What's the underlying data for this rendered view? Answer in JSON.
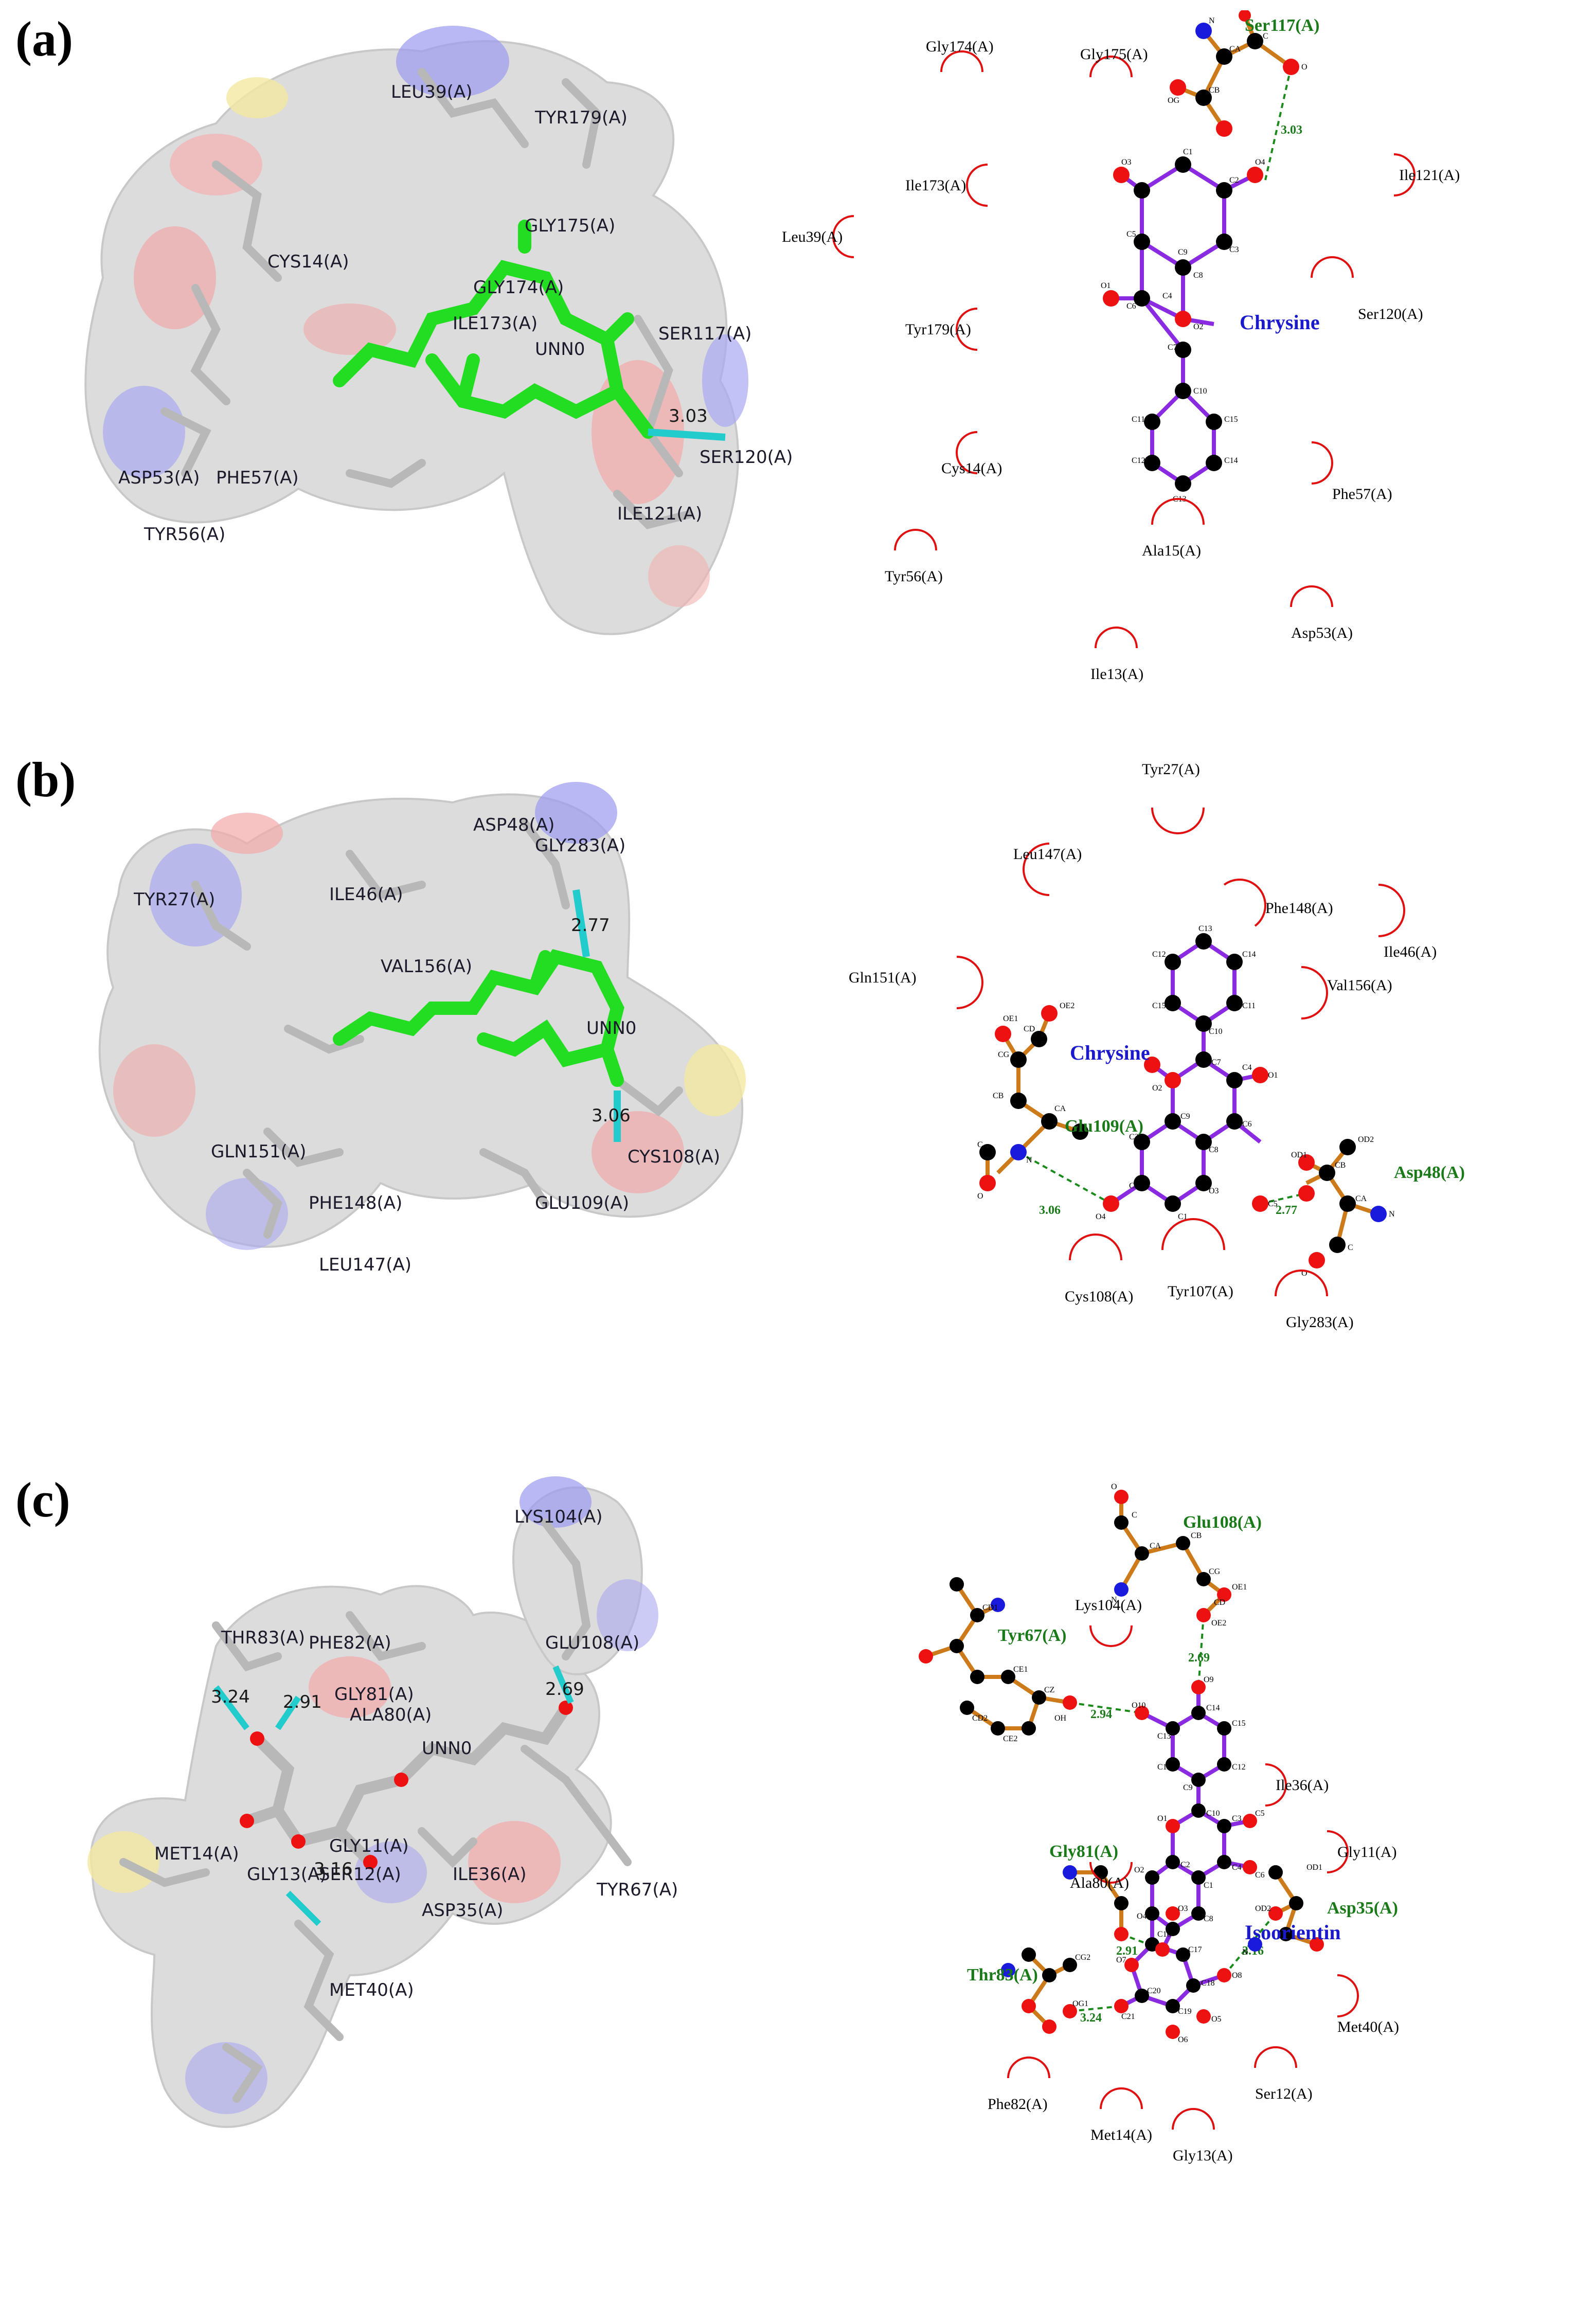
{
  "panels": [
    {
      "label": "(a)",
      "render": {
        "residue_labels": [
          "LEU39(A)",
          "TYR179(A)",
          "CYS14(A)",
          "GLY175(A)",
          "GLY174(A)",
          "ILE173(A)",
          "SER117(A)",
          "UNN0",
          "ASP53(A)",
          "PHE57(A)",
          "TYR56(A)",
          "SER120(A)",
          "ILE121(A)"
        ],
        "distances": [
          "3.03"
        ]
      },
      "plot": {
        "ligand": "Chrysine",
        "hbond_residues": [
          "Ser117(A)"
        ],
        "hbond_distances": [
          "3.03"
        ],
        "hydrophobic_residues": [
          "Gly174(A)",
          "Gly175(A)",
          "Ile121(A)",
          "Ile173(A)",
          "Leu39(A)",
          "Ser120(A)",
          "Tyr179(A)",
          "Cys14(A)",
          "Phe57(A)",
          "Ala15(A)",
          "Tyr56(A)",
          "Asp53(A)",
          "Ile13(A)"
        ],
        "atom_labels": [
          "O3",
          "C1",
          "C2",
          "O4",
          "C5",
          "C9",
          "C3",
          "O1",
          "C6",
          "C4",
          "C8",
          "O2",
          "C7",
          "C10",
          "C11",
          "C15",
          "C12",
          "C14",
          "C13",
          "C",
          "O",
          "CA",
          "CB",
          "OG",
          "N"
        ]
      }
    },
    {
      "label": "(b)",
      "render": {
        "residue_labels": [
          "ASP48(A)",
          "GLY283(A)",
          "ILE46(A)",
          "TYR27(A)",
          "VAL156(A)",
          "UNN0",
          "GLN151(A)",
          "PHE148(A)",
          "LEU147(A)",
          "GLU109(A)",
          "CYS108(A)"
        ],
        "distances": [
          "2.77",
          "3.06"
        ]
      },
      "plot": {
        "ligand": "Chrysine",
        "hbond_residues": [
          "Glu109(A)",
          "Asp48(A)"
        ],
        "hbond_distances": [
          "3.06",
          "2.77"
        ],
        "hydrophobic_residues": [
          "Tyr27(A)",
          "Leu147(A)",
          "Phe148(A)",
          "Ile46(A)",
          "Gln151(A)",
          "Val156(A)",
          "Cys108(A)",
          "Tyr107(A)",
          "Gly283(A)"
        ],
        "atom_labels": [
          "OE1",
          "OE2",
          "CD",
          "CG",
          "CB",
          "CA",
          "C",
          "O",
          "N",
          "C13",
          "C12",
          "C14",
          "C11",
          "C15",
          "C10",
          "C7",
          "C4",
          "O2",
          "C6",
          "O1",
          "C8",
          "C5",
          "C9",
          "C3",
          "C2",
          "C1",
          "O3",
          "O4",
          "OD2",
          "OD1",
          "CB",
          "CA",
          "C",
          "O",
          "N"
        ]
      }
    },
    {
      "label": "(c)",
      "render": {
        "residue_labels": [
          "LYS104(A)",
          "THR83(A)",
          "PHE82(A)",
          "GLU108(A)",
          "GLY81(A)",
          "ALA80(A)",
          "UNN0",
          "MET14(A)",
          "GLY13(A)",
          "SER12(A)",
          "ILE36(A)",
          "TYR67(A)",
          "ASP35(A)",
          "MET40(A)",
          "GLY11(A)"
        ],
        "distances": [
          "3.24",
          "2.91",
          "2.69",
          "3.16"
        ]
      },
      "plot": {
        "ligand": "Isoorientin",
        "hbond_residues": [
          "Glu108(A)",
          "Tyr67(A)",
          "Gly81(A)",
          "Asp35(A)",
          "Thr83(A)"
        ],
        "hbond_distances": [
          "2.69",
          "2.94",
          "2.91",
          "3.16",
          "3.24"
        ],
        "hydrophobic_residues": [
          "Lys104(A)",
          "Ile36(A)",
          "Ala80(A)",
          "Gly11(A)",
          "Met40(A)",
          "Phe82(A)",
          "Ser12(A)",
          "Met14(A)",
          "Gly13(A)"
        ],
        "atom_labels": [
          "O",
          "C",
          "CA",
          "N",
          "CB",
          "CG",
          "CD",
          "OE1",
          "OE2",
          "CD1",
          "CE1",
          "CZ",
          "OH",
          "CE2",
          "CD2",
          "O10",
          "O9",
          "C14",
          "C13",
          "C15",
          "C12",
          "C11",
          "C10",
          "C9",
          "O1",
          "C2",
          "C1",
          "C3",
          "C4",
          "C5",
          "C6",
          "O2",
          "O3",
          "C8",
          "O4",
          "C16",
          "C17",
          "C18",
          "C19",
          "C20",
          "C21",
          "O5",
          "O6",
          "O7",
          "O8",
          "OG1",
          "CG2",
          "OD1",
          "OD2",
          "N"
        ]
      }
    }
  ],
  "colors": {
    "ligand_bond": "#8a2be2",
    "protein_bond": "#cc7a1a",
    "hbond": "#1a8a1a",
    "hydrophobic": "#e01010",
    "carbon": "#000000",
    "oxygen": "#ee1111",
    "nitrogen": "#1a1add",
    "ligand_stick": "#22dd22",
    "hbond_render": "#22cccc"
  }
}
